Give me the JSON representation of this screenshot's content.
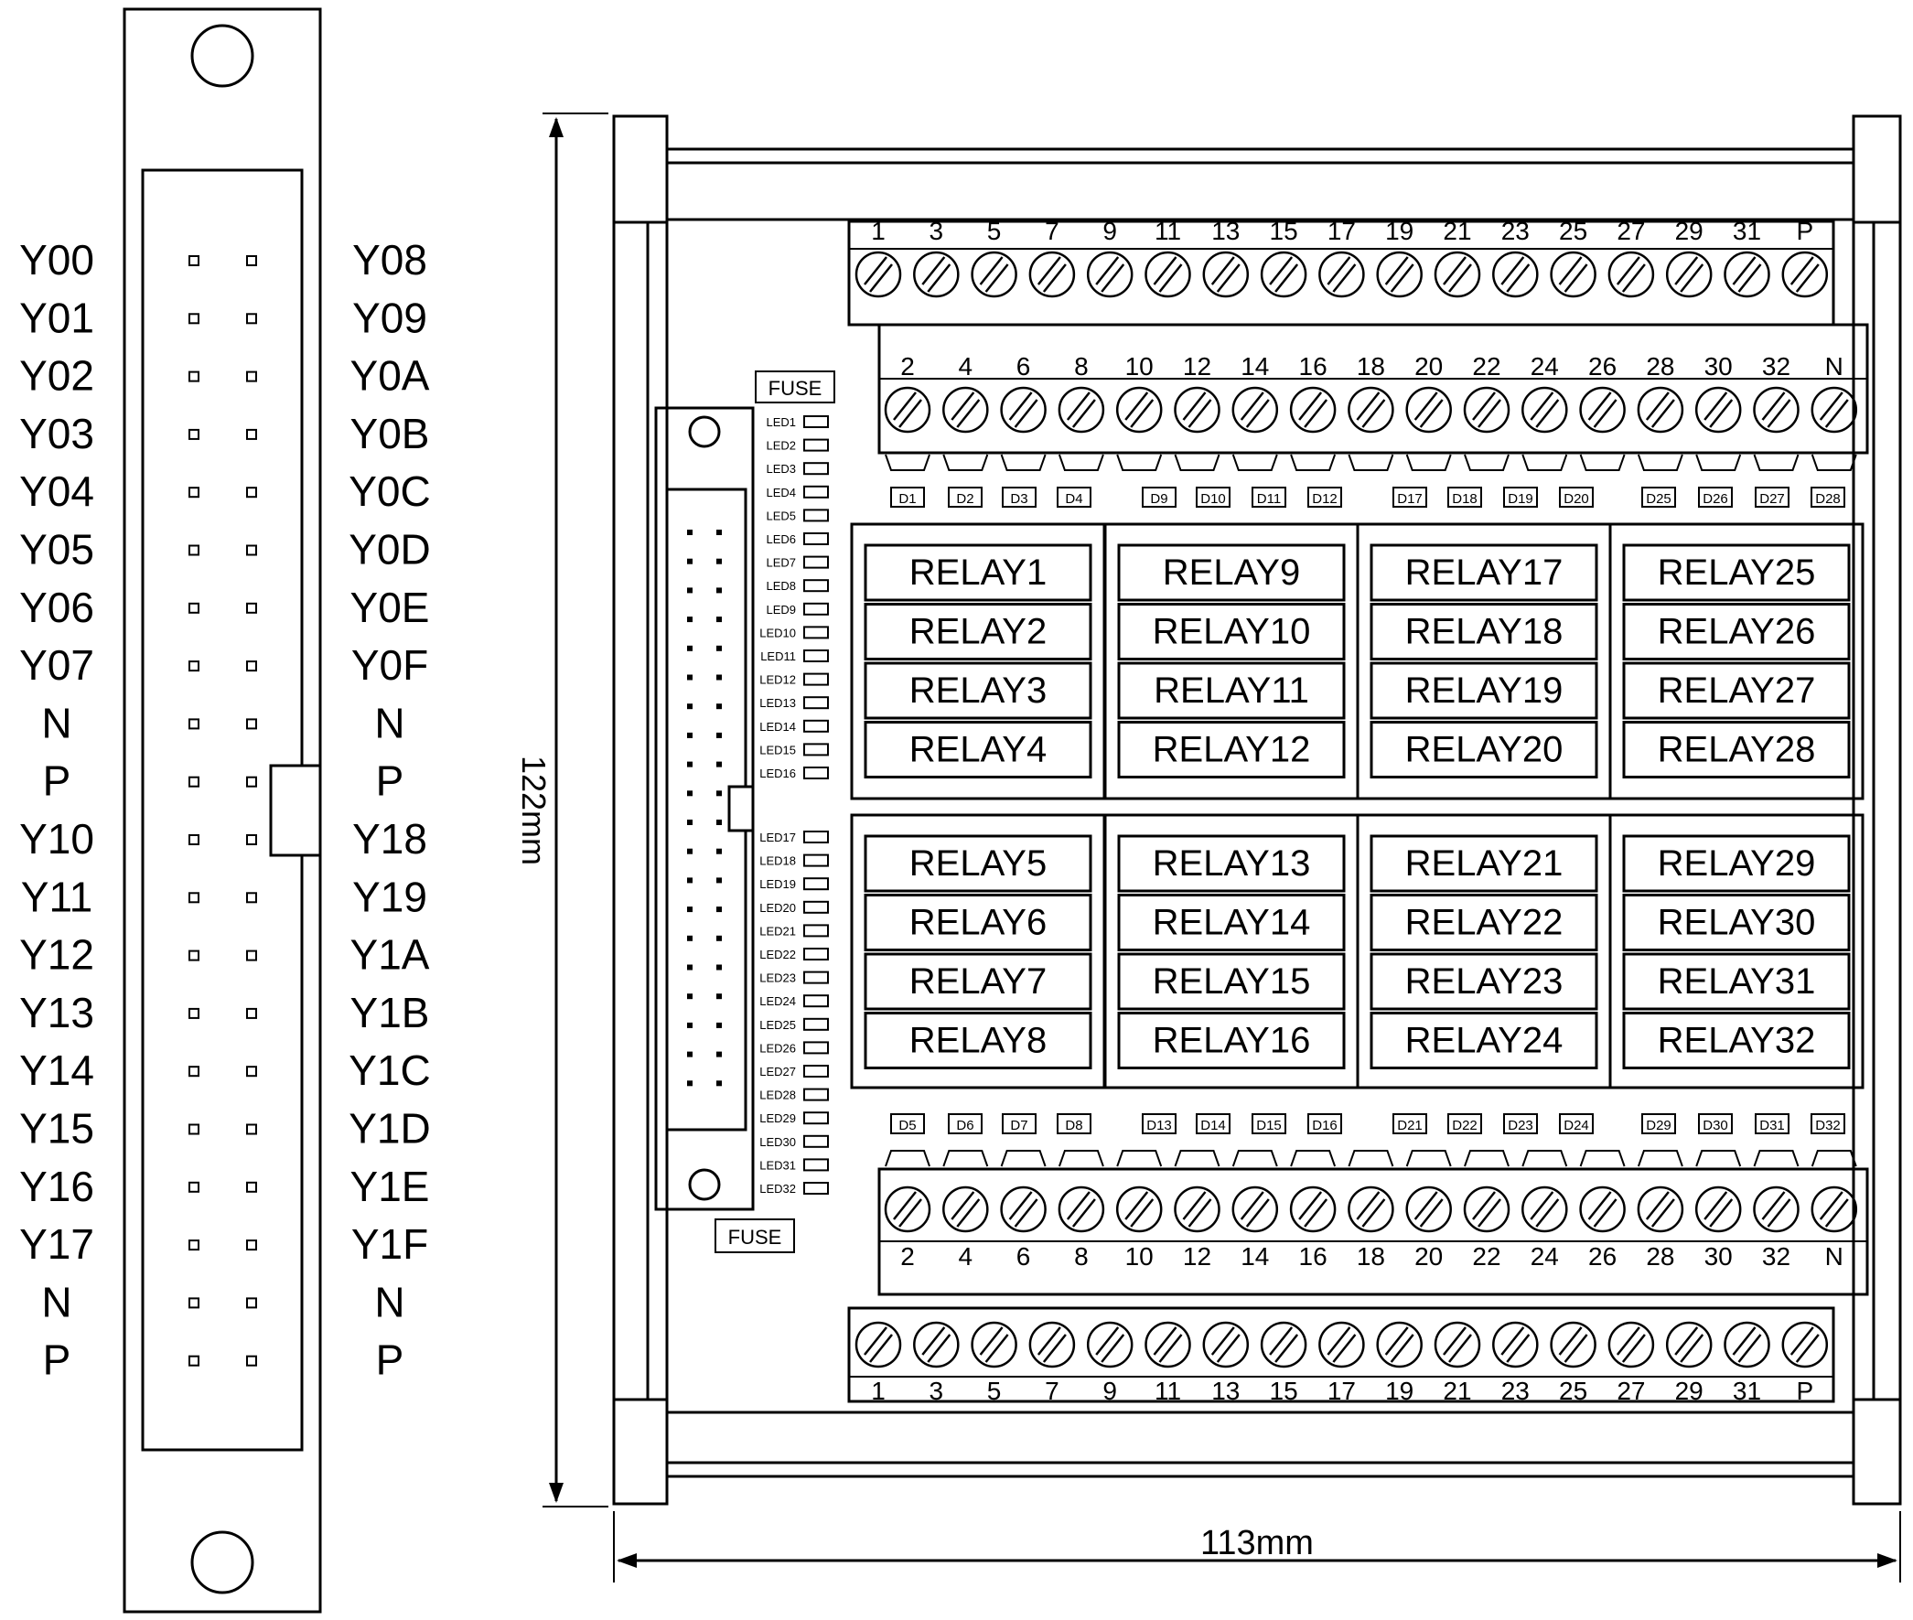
{
  "connector": {
    "left_labels": [
      "Y00",
      "Y01",
      "Y02",
      "Y03",
      "Y04",
      "Y05",
      "Y06",
      "Y07",
      "N",
      "P",
      "Y10",
      "Y11",
      "Y12",
      "Y13",
      "Y14",
      "Y15",
      "Y16",
      "Y17",
      "N",
      "P"
    ],
    "right_labels": [
      "Y08",
      "Y09",
      "Y0A",
      "Y0B",
      "Y0C",
      "Y0D",
      "Y0E",
      "Y0F",
      "N",
      "P",
      "Y18",
      "Y19",
      "Y1A",
      "Y1B",
      "Y1C",
      "Y1D",
      "Y1E",
      "Y1F",
      "N",
      "P"
    ]
  },
  "dimensions": {
    "height_label": "122mm",
    "width_label": "113mm"
  },
  "board": {
    "fuse_labels": [
      "FUSE",
      "FUSE"
    ],
    "leds_top": [
      "LED1",
      "LED2",
      "LED3",
      "LED4",
      "LED5",
      "LED6",
      "LED7",
      "LED8",
      "LED9",
      "LED10",
      "LED11",
      "LED12",
      "LED13",
      "LED14",
      "LED15",
      "LED16"
    ],
    "leds_bottom": [
      "LED17",
      "LED18",
      "LED19",
      "LED20",
      "LED21",
      "LED22",
      "LED23",
      "LED24",
      "LED25",
      "LED26",
      "LED27",
      "LED28",
      "LED29",
      "LED30",
      "LED31",
      "LED32"
    ],
    "terminals_odd": [
      "1",
      "3",
      "5",
      "7",
      "9",
      "11",
      "13",
      "15",
      "17",
      "19",
      "21",
      "23",
      "25",
      "27",
      "29",
      "31",
      "P"
    ],
    "terminals_even": [
      "2",
      "4",
      "6",
      "8",
      "10",
      "12",
      "14",
      "16",
      "18",
      "20",
      "22",
      "24",
      "26",
      "28",
      "30",
      "32",
      "N"
    ],
    "diodes_top": [
      "D1",
      "D2",
      "D3",
      "D4",
      "D9",
      "D10",
      "D11",
      "D12",
      "D17",
      "D18",
      "D19",
      "D20",
      "D25",
      "D26",
      "D27",
      "D28"
    ],
    "diodes_bottom": [
      "D5",
      "D6",
      "D7",
      "D8",
      "D13",
      "D14",
      "D15",
      "D16",
      "D21",
      "D22",
      "D23",
      "D24",
      "D29",
      "D30",
      "D31",
      "D32"
    ],
    "relay_groups_top": [
      [
        "RELAY1",
        "RELAY2",
        "RELAY3",
        "RELAY4"
      ],
      [
        "RELAY9",
        "RELAY10",
        "RELAY11",
        "RELAY12"
      ],
      [
        "RELAY17",
        "RELAY18",
        "RELAY19",
        "RELAY20"
      ],
      [
        "RELAY25",
        "RELAY26",
        "RELAY27",
        "RELAY28"
      ]
    ],
    "relay_groups_bottom": [
      [
        "RELAY5",
        "RELAY6",
        "RELAY7",
        "RELAY8"
      ],
      [
        "RELAY13",
        "RELAY14",
        "RELAY15",
        "RELAY16"
      ],
      [
        "RELAY21",
        "RELAY22",
        "RELAY23",
        "RELAY24"
      ],
      [
        "RELAY29",
        "RELAY30",
        "RELAY31",
        "RELAY32"
      ]
    ]
  }
}
